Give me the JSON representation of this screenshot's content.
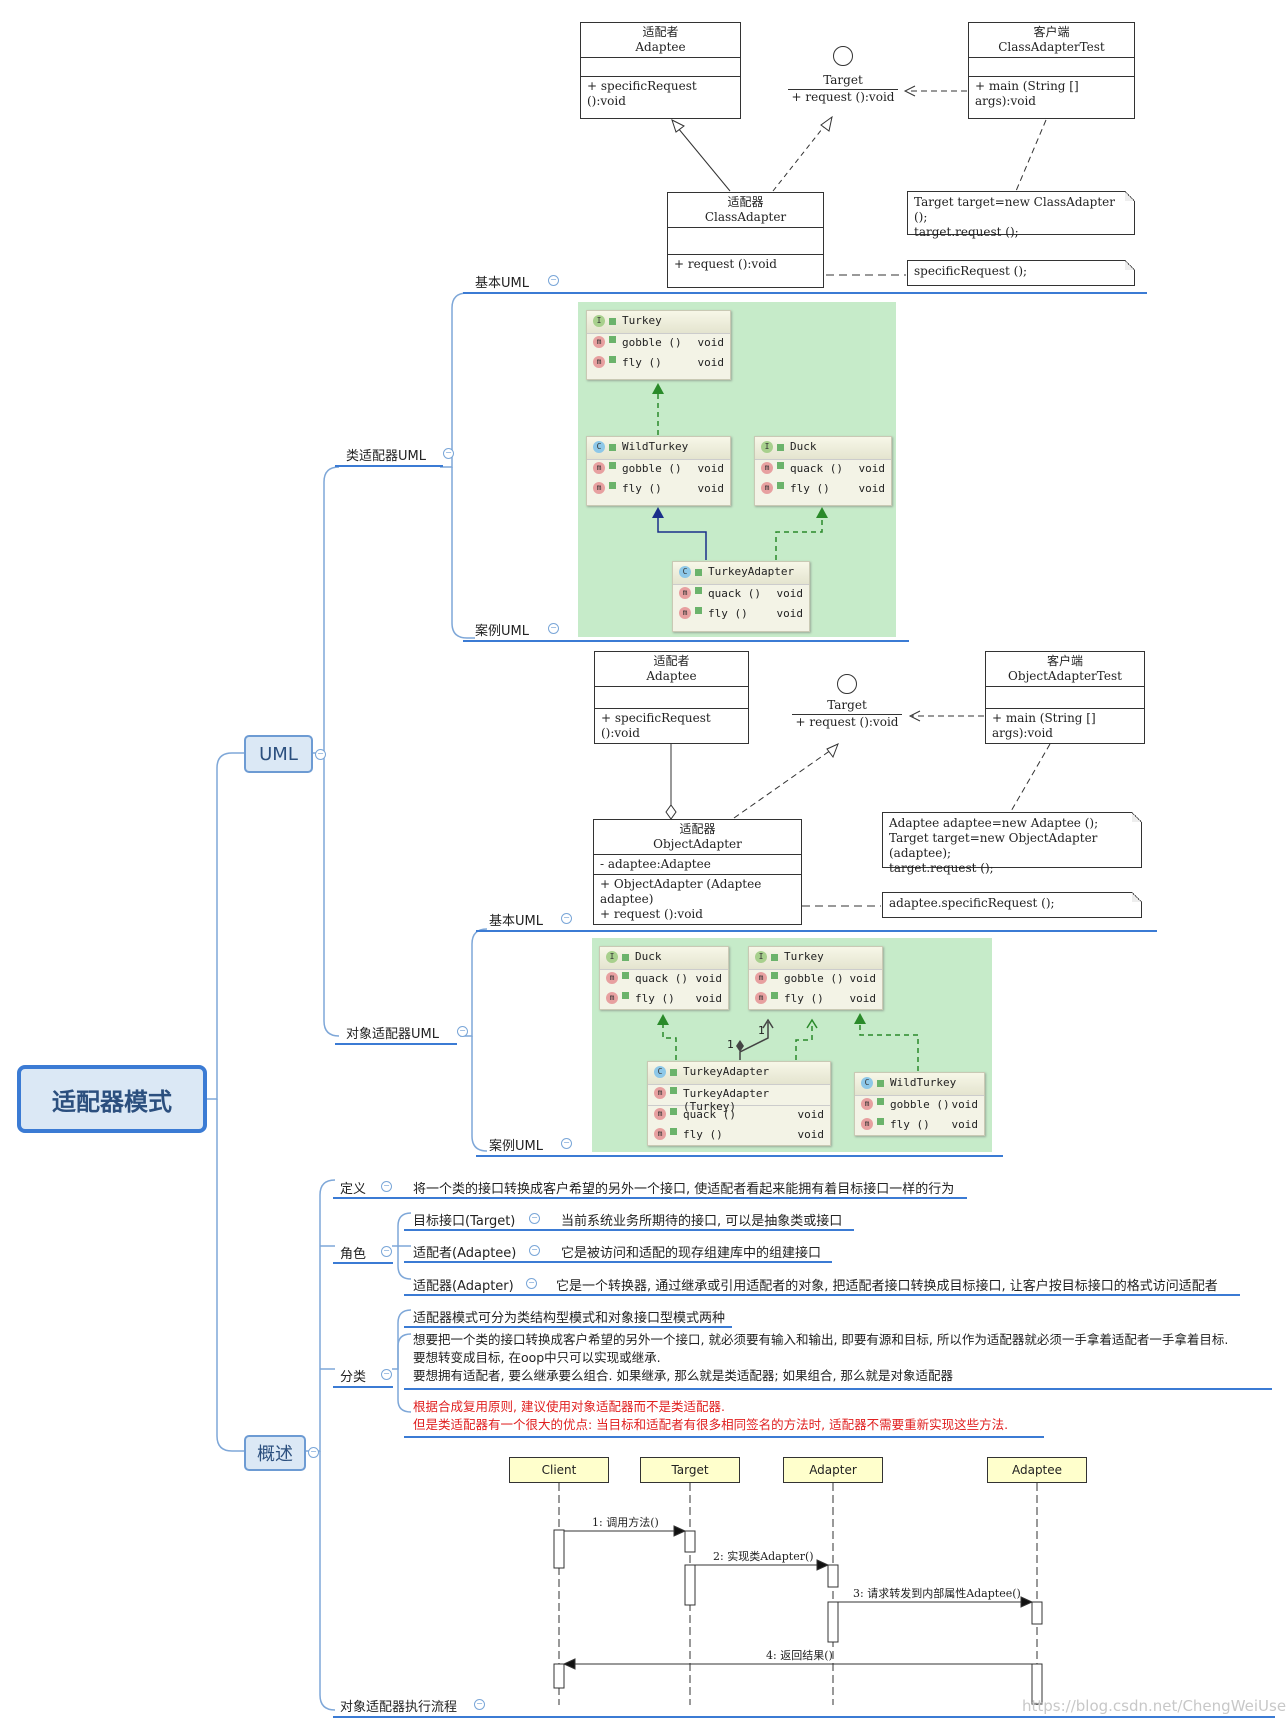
{
  "root": {
    "title": "适配器模式"
  },
  "uml": {
    "label": "UML",
    "class_adapter": {
      "label": "类适配器UML",
      "basic_label": "基本UML",
      "example_label": "案例UML",
      "adaptee": {
        "cn": "适配者",
        "en": "Adaptee",
        "method": "+ specificRequest ():void"
      },
      "target": {
        "name": "Target",
        "method": "+ request ():void"
      },
      "client": {
        "cn": "客户端",
        "en": "ClassAdapterTest",
        "method": "+ main (String [] args):void"
      },
      "adapter": {
        "cn": "适配器",
        "en": "ClassAdapter",
        "method": "+ request ():void"
      },
      "note_client": [
        "Target target=new ClassAdapter ();",
        "target.request ();"
      ],
      "note_adapter": "specificRequest ();",
      "java": {
        "turkey": {
          "name": "Turkey",
          "m1": "gobble ()",
          "m2": "fly ()",
          "t": "void"
        },
        "wildturkey": {
          "name": "WildTurkey",
          "m1": "gobble ()",
          "m2": "fly ()",
          "t": "void"
        },
        "duck": {
          "name": "Duck",
          "m1": "quack ()",
          "m2": "fly ()",
          "t": "void"
        },
        "turkeyadapter": {
          "name": "TurkeyAdapter",
          "m1": "quack ()",
          "m2": "fly ()",
          "t": "void"
        }
      }
    },
    "object_adapter": {
      "label": "对象适配器UML",
      "basic_label": "基本UML",
      "example_label": "案例UML",
      "adaptee": {
        "cn": "适配者",
        "en": "Adaptee",
        "method": "+ specificRequest ():void"
      },
      "target": {
        "name": "Target",
        "method": "+ request ():void"
      },
      "client": {
        "cn": "客户端",
        "en": "ObjectAdapterTest",
        "method": "+ main (String [] args):void"
      },
      "adapter": {
        "cn": "适配器",
        "en": "ObjectAdapter",
        "field": "- adaptee:Adaptee",
        "m1": "+ ObjectAdapter (Adaptee adaptee)",
        "m2": "+ request ():void"
      },
      "note_client": [
        "Adaptee adaptee=new Adaptee ();",
        "Target target=new ObjectAdapter (adaptee);",
        "target.request ();"
      ],
      "note_adapter": "adaptee.specificRequest ();",
      "java": {
        "duck": {
          "name": "Duck",
          "m1": "quack ()",
          "m2": "fly ()",
          "t": "void"
        },
        "turkey": {
          "name": "Turkey",
          "m1": "gobble ()",
          "m2": "fly ()",
          "t": "void"
        },
        "turkeyadapter": {
          "name": "TurkeyAdapter",
          "ctor": "TurkeyAdapter (Turkey)",
          "m1": "quack ()",
          "m2": "fly ()",
          "t": "void"
        },
        "wildturkey": {
          "name": "WildTurkey",
          "m1": "gobble ()",
          "m2": "fly ()",
          "t": "void"
        },
        "mult1": "1",
        "mult2": "1"
      }
    }
  },
  "overview": {
    "label": "概述",
    "definition": {
      "label": "定义",
      "text": "将一个类的接口转换成客户希望的另外一个接口, 使适配者看起来能拥有着目标接口一样的行为"
    },
    "roles": {
      "label": "角色",
      "items": [
        {
          "name": "目标接口(Target)",
          "desc": "当前系统业务所期待的接口, 可以是抽象类或接口"
        },
        {
          "name": "适配者(Adaptee)",
          "desc": "它是被访问和适配的现存组建库中的组建接口"
        },
        {
          "name": "适配器(Adapter)",
          "desc": "它是一个转换器, 通过继承或引用适配者的对象, 把适配者接口转换成目标接口, 让客户按目标接口的格式访问适配者"
        }
      ]
    },
    "category": {
      "label": "分类",
      "line1": "适配器模式可分为类结构型模式和对象接口型模式两种",
      "para": [
        "想要把一个类的接口转换成客户希望的另外一个接口, 就必须要有输入和输出, 即要有源和目标, 所以作为适配器就必须一手拿着适配者一手拿着目标.",
        "要想转变成目标, 在oop中只可以实现或继承.",
        "要想拥有适配者, 要么继承要么组合. 如果继承, 那么就是类适配器; 如果组合, 那么就是对象适配器"
      ],
      "red": [
        "根据合成复用原则, 建议使用对象适配器而不是类适配器.",
        "但是类适配器有一个很大的优点: 当目标和适配者有很多相同签名的方法时, 适配器不需要重新实现这些方法."
      ]
    },
    "flow": {
      "label": "对象适配器执行流程",
      "actors": [
        "Client",
        "Target",
        "Adapter",
        "Adaptee"
      ],
      "messages": [
        "1: 调用方法()",
        "2: 实现类Adapter()",
        "3: 请求转发到内部属性Adaptee()",
        "4: 返回结果()"
      ]
    }
  },
  "watermark": "https://blog.csdn.net/ChengWeiUser",
  "colors": {
    "branch": "#3b7bd4",
    "node_fill": "#dbe8f5",
    "green_panel": "#c6ebc9",
    "seq_box": "#ffffcc",
    "red_text": "#e02020"
  }
}
